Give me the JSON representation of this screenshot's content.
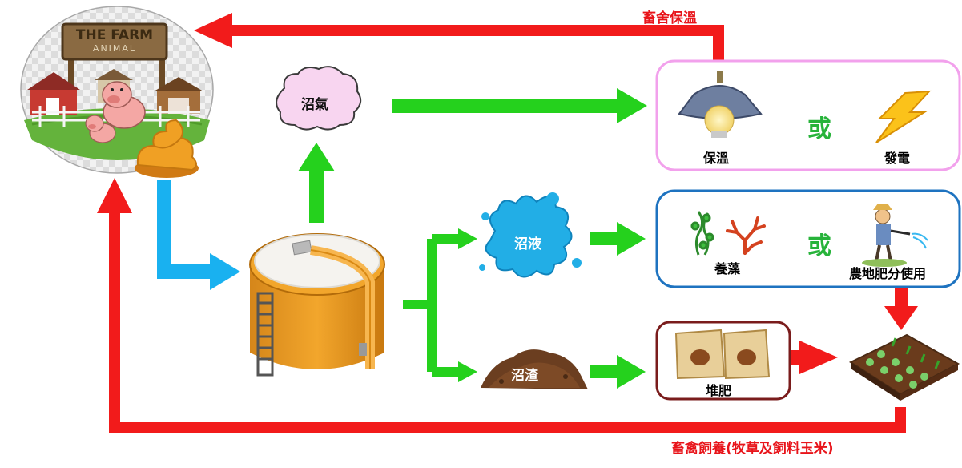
{
  "title_top": "畜舍保溫",
  "title_bottom": "畜禽飼養(牧草及飼料玉米)",
  "farm_sign": {
    "line1": "THE FARM",
    "line2": "ANIMAL"
  },
  "biogas": "沼氣",
  "liquid": "沼液",
  "residue": "沼渣",
  "or_text": "或",
  "box_top": {
    "left": "保溫",
    "right": "發電"
  },
  "box_mid": {
    "left": "養藻",
    "right": "農地肥分使用"
  },
  "box_compost": {
    "label": "堆肥"
  },
  "colors": {
    "red": "#f21b1b",
    "green": "#25d11d",
    "blue": "#19b1f0",
    "pink": "#f5a5ee",
    "navy": "#1e73c0",
    "brown": "#8a1f1f"
  }
}
